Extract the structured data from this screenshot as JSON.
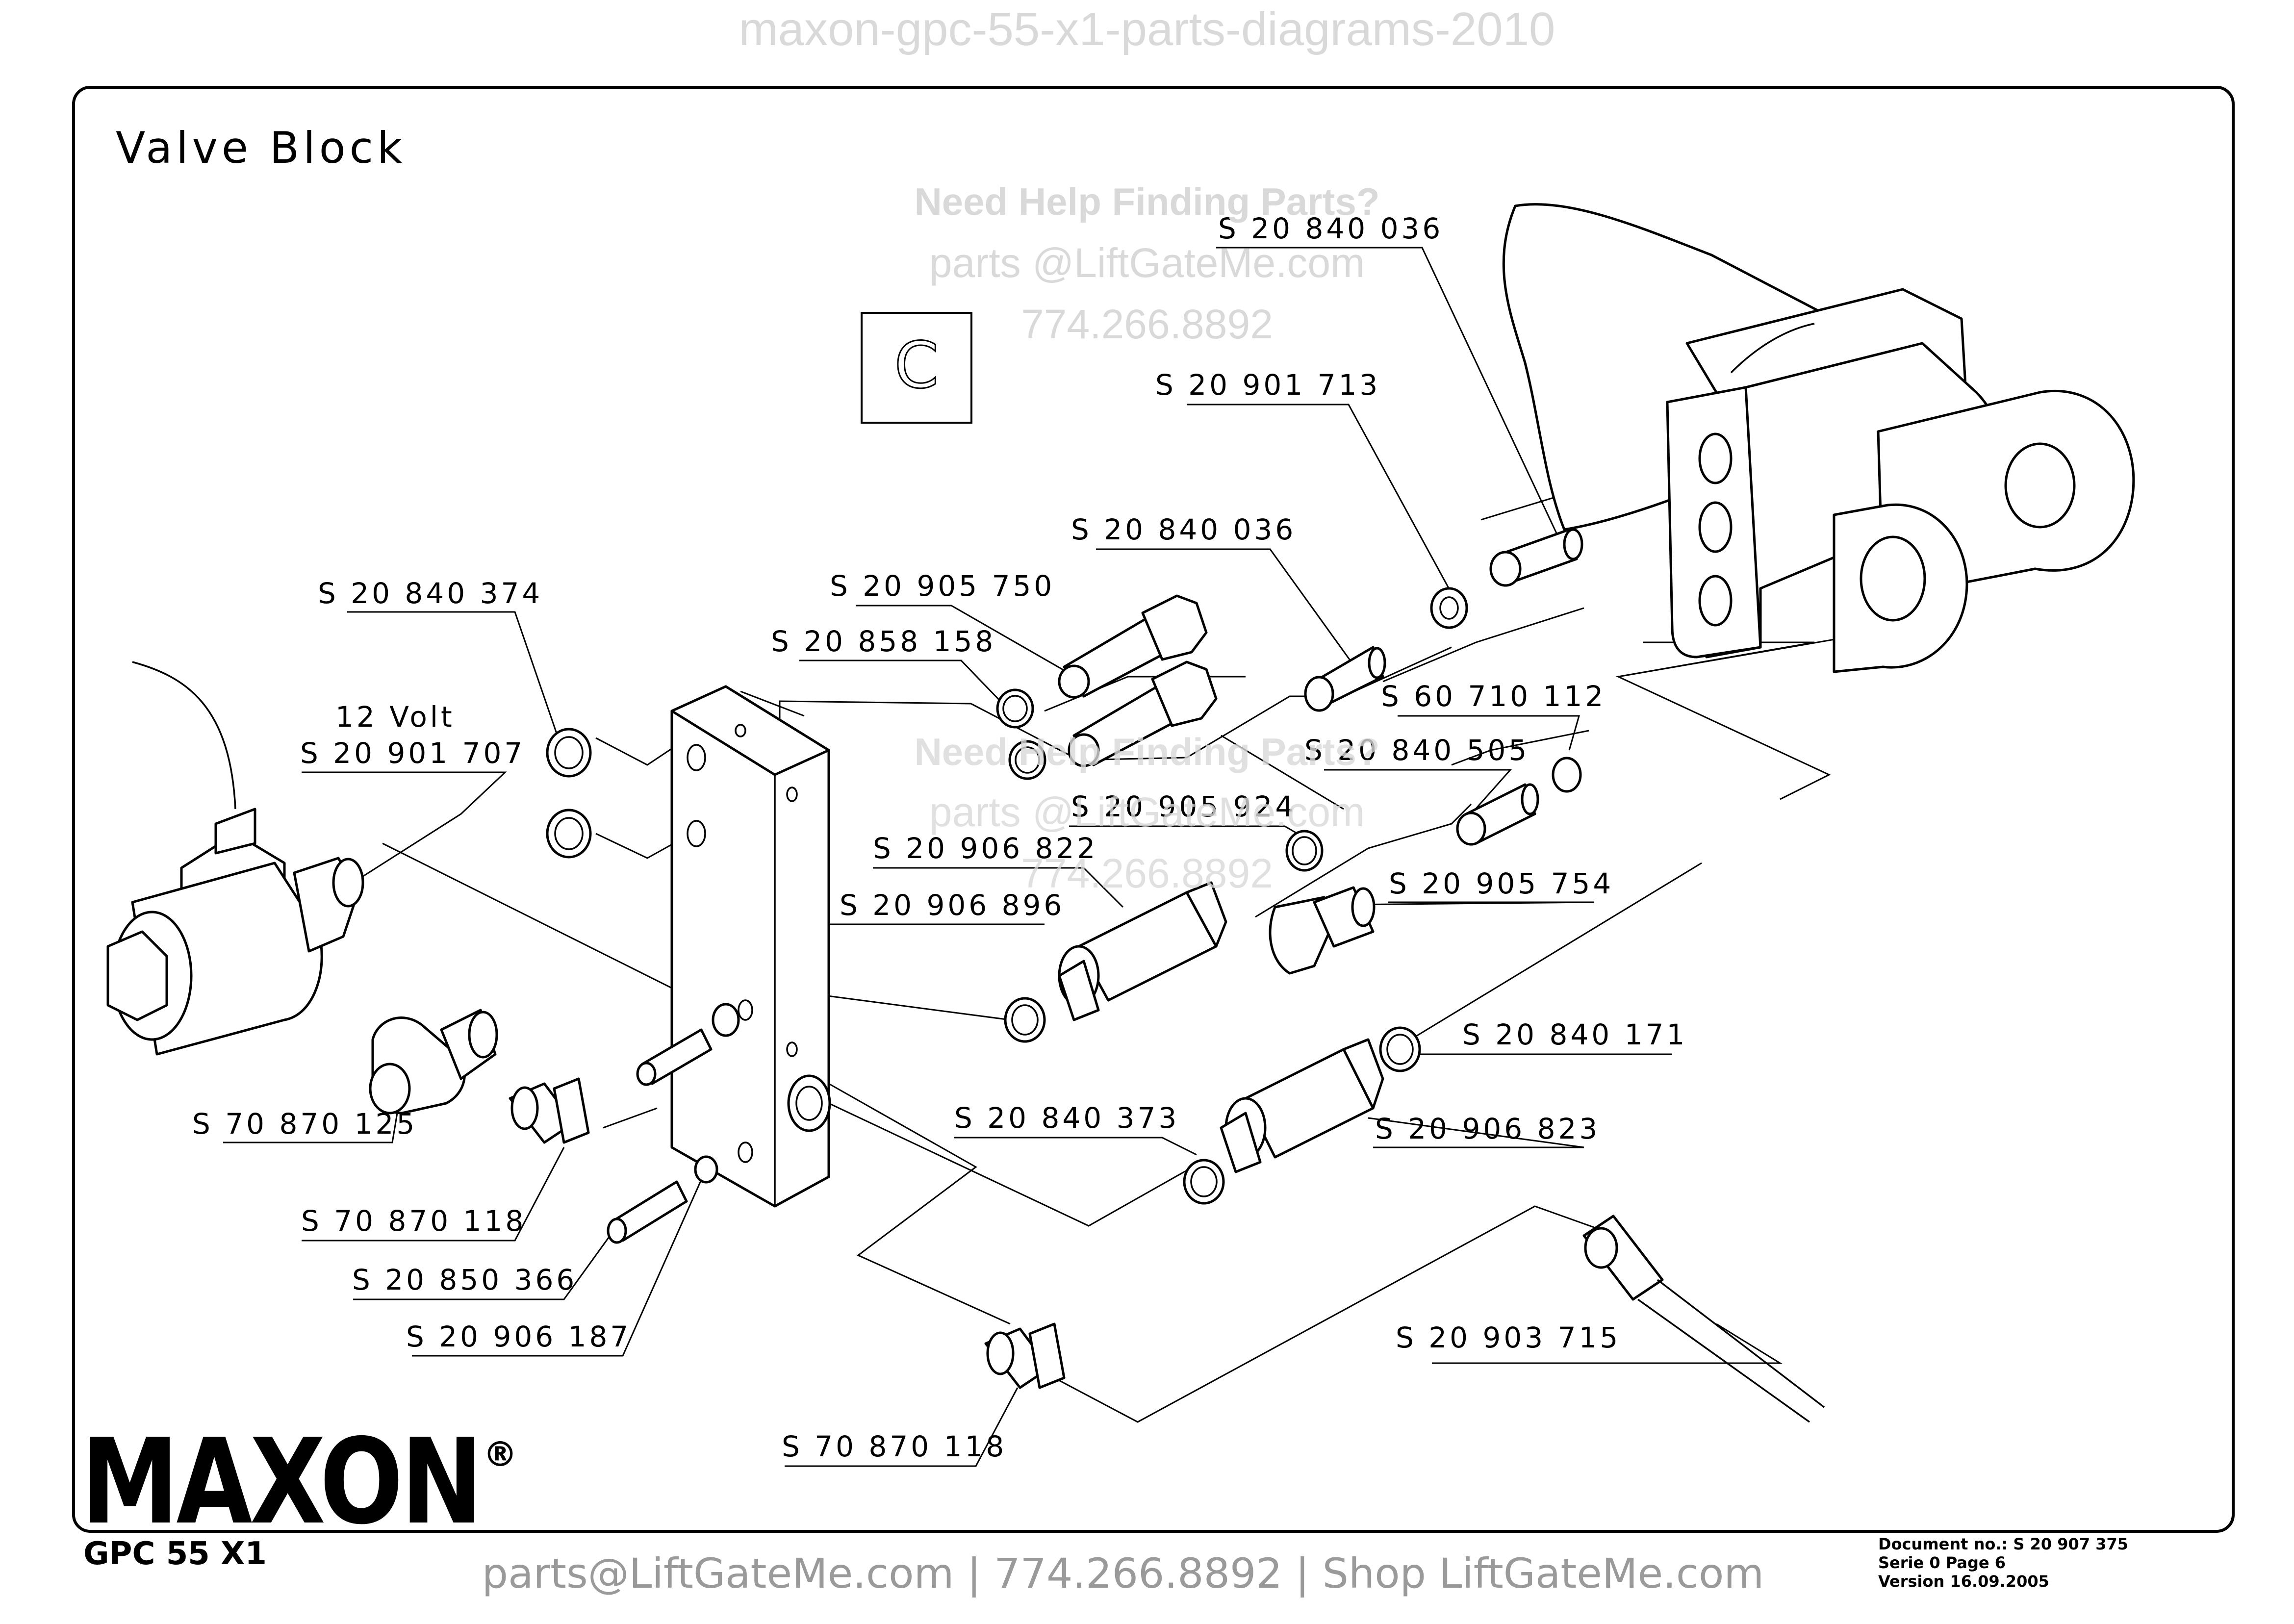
{
  "header_watermark": "maxon-gpc-55-x1-parts-diagrams-2010",
  "title": "Valve Block",
  "section_letter": "C",
  "help": {
    "line1": "Need Help Finding Parts?",
    "line2": "parts @LiftGateMe.com",
    "line3": "774.266.8892"
  },
  "labels": {
    "p01": "S 20 840 036",
    "p02": "S 20 901 713",
    "p03": "S 20 840 036",
    "p04": "S 20 905 750",
    "p05": "S 20 858 158",
    "p06": "S 20 840 374",
    "p07a": "12 Volt",
    "p07b": "S 20 901 707",
    "p08": "S 60 710 112",
    "p09": "S 20 840 505",
    "p10": "S 20 905 924",
    "p11": "S 20 906 822",
    "p12": "S 20 905 754",
    "p13": "S 20 906 896",
    "p14": "S 20 840 171",
    "p15": "S 70 870 125",
    "p16": "S 20 840 373",
    "p17": "S 20 906 823",
    "p18": "S 70 870 118",
    "p19": "S 20 850 366",
    "p20": "S 20 906 187",
    "p21": "S 20 903 715",
    "p22": "S 70 870 118"
  },
  "brand": "MAXON",
  "brand_mark": "®",
  "model": "GPC 55 X1",
  "document": {
    "line1": "Document no.:  S 20 907 375",
    "line2": "Serie 0 Page 6",
    "line3": "Version 16.09.2005"
  },
  "footer": "parts@LiftGateMe.com | 774.266.8892 | Shop LiftGateMe.com"
}
